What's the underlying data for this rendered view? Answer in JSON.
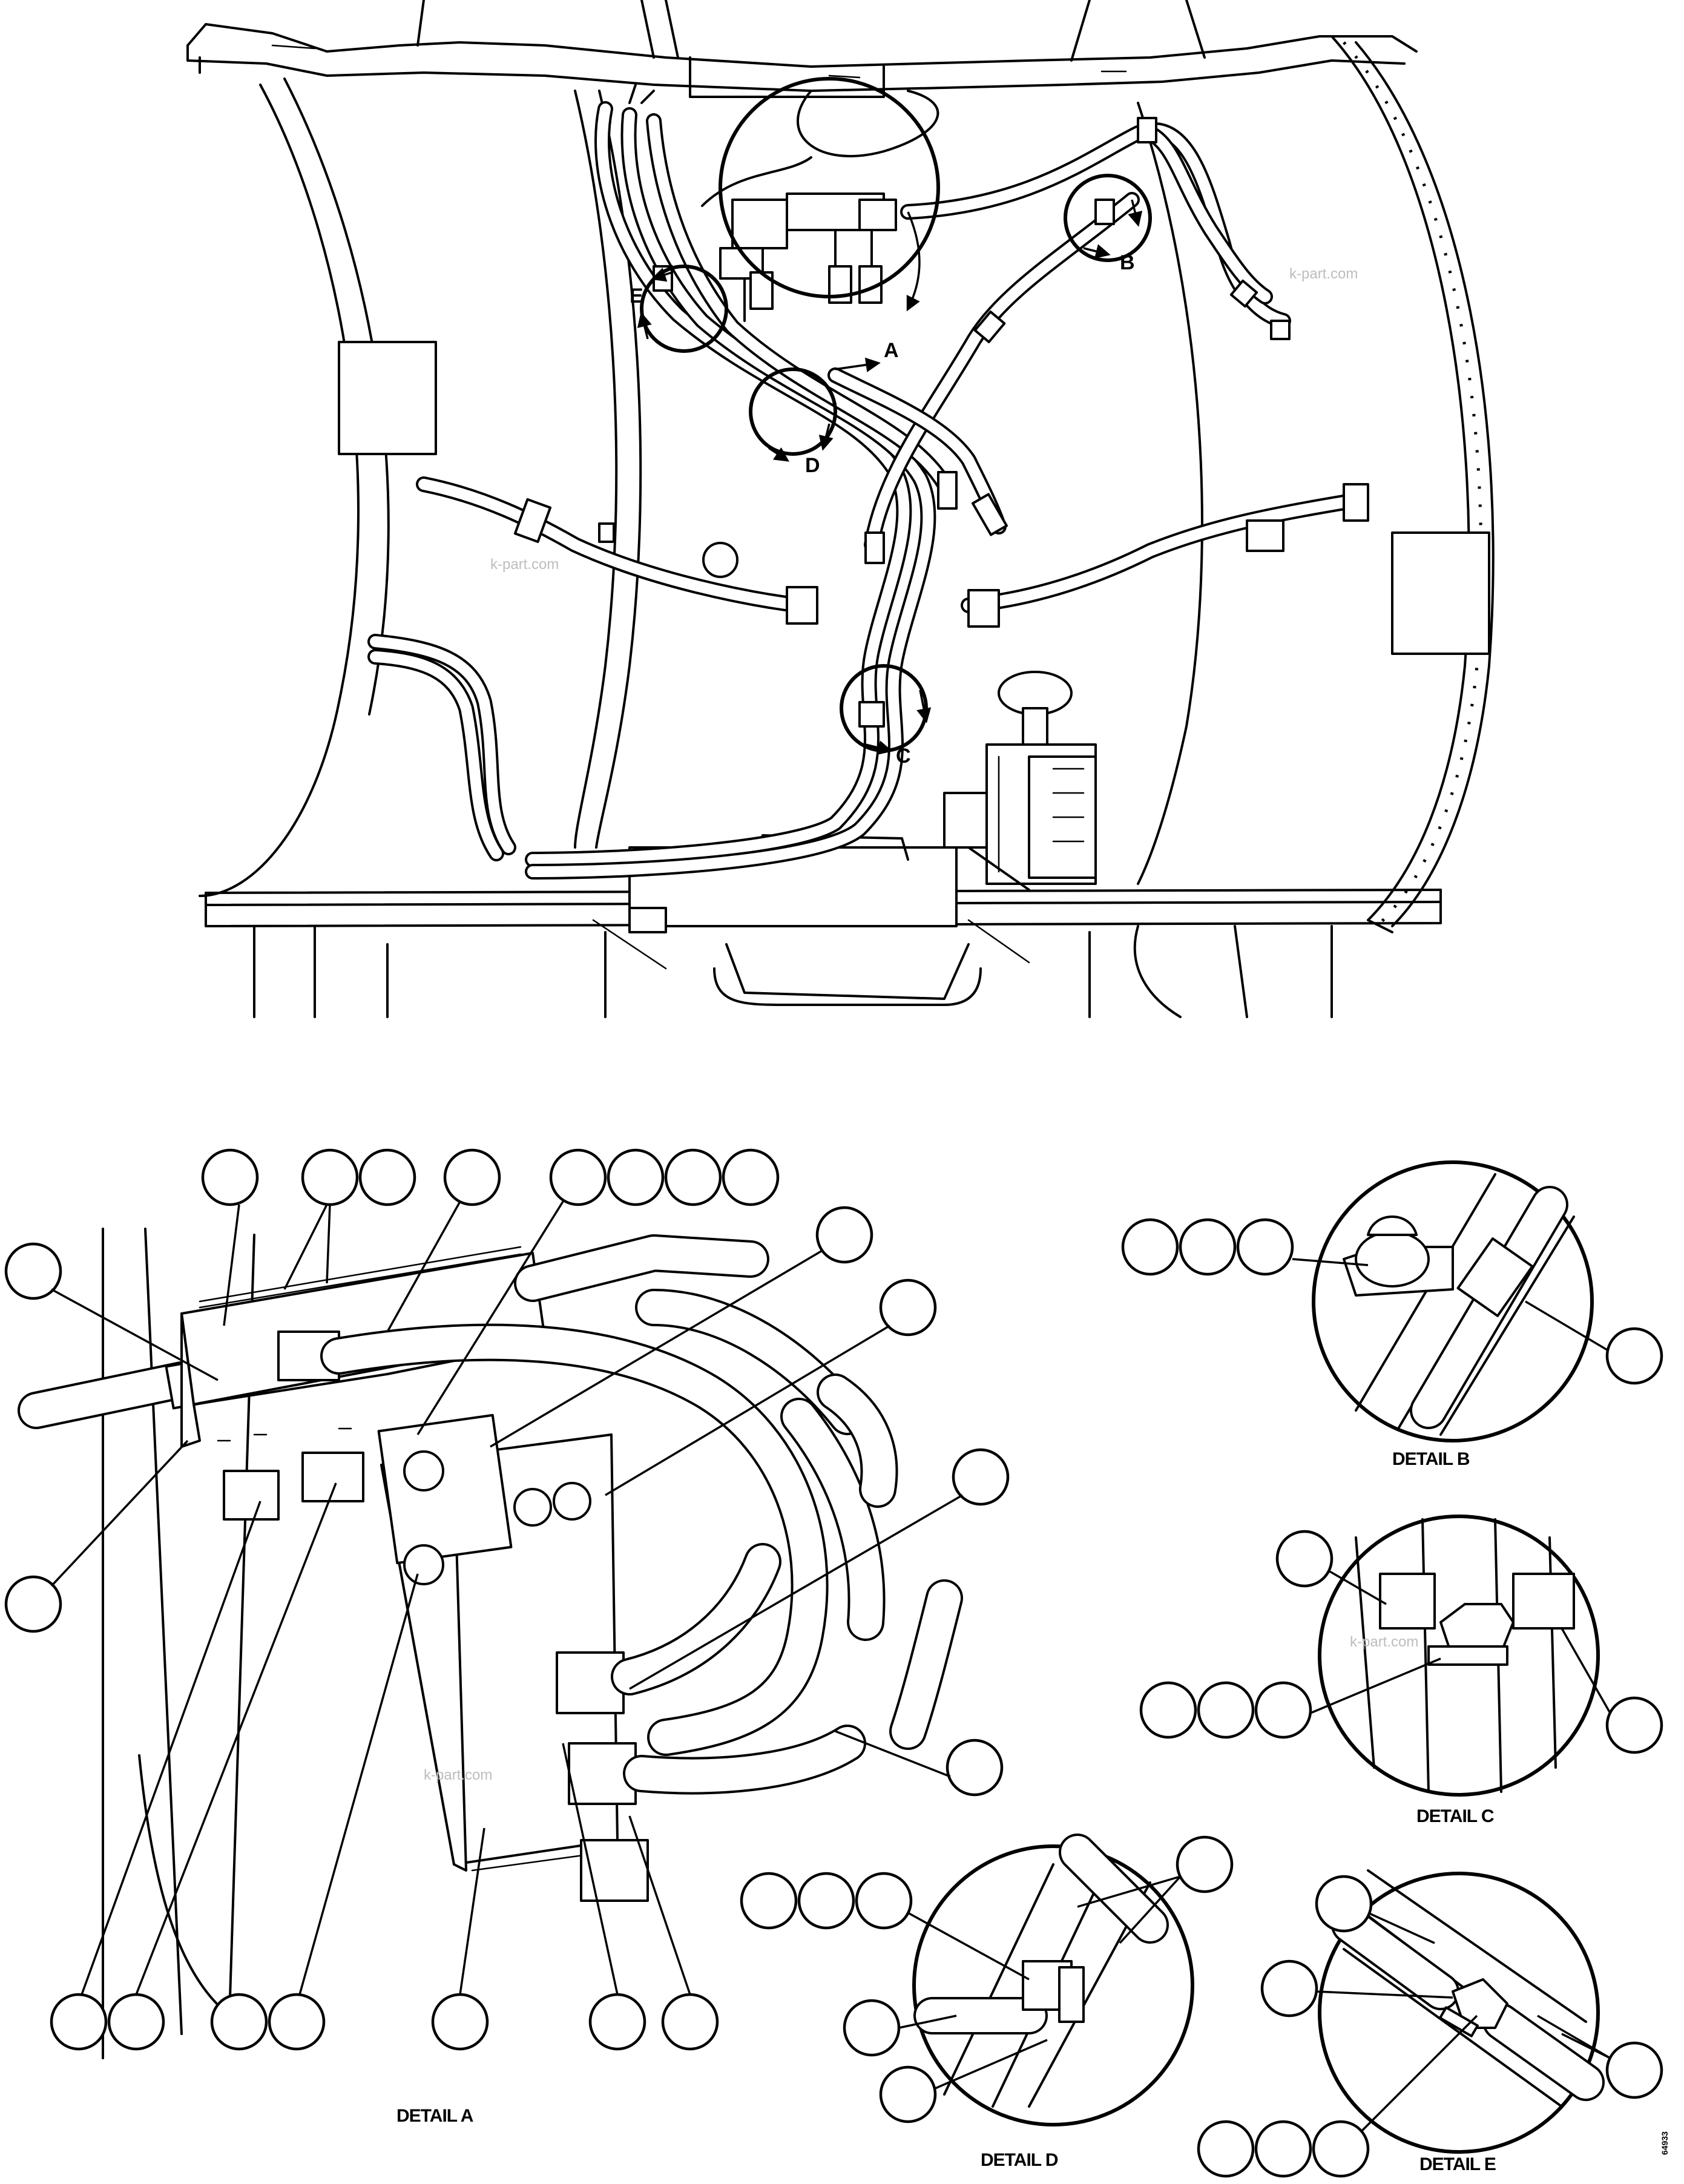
{
  "view_labels": [
    "A",
    "B",
    "C",
    "D",
    "E"
  ],
  "detail_captions": {
    "a": "DETAIL A",
    "b": "DETAIL B",
    "c": "DETAIL C",
    "d": "DETAIL D",
    "e": "DETAIL E"
  },
  "watermark": "k-part.com",
  "drawing_number": "64933"
}
